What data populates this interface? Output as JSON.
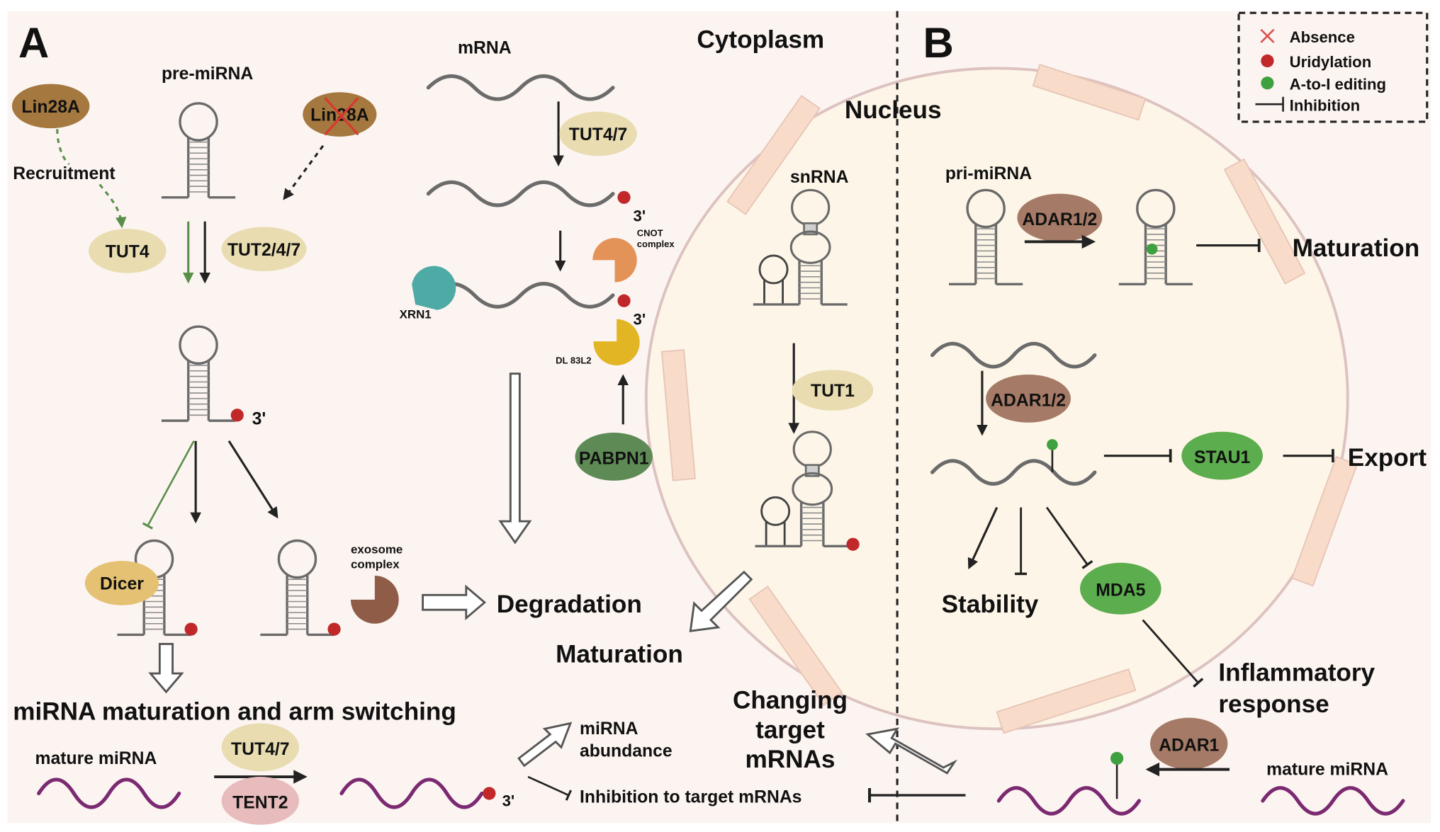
{
  "figure": {
    "panels": {
      "a_label": "A",
      "b_label": "B"
    },
    "compartments": {
      "cytoplasm": "Cytoplasm",
      "nucleus": "Nucleus"
    },
    "legend": {
      "items": [
        {
          "icon": "x-mark-icon",
          "label": "Absence",
          "color": "#d9534f"
        },
        {
          "icon": "red-dot-icon",
          "label": "Uridylation",
          "color": "#c0282a"
        },
        {
          "icon": "green-dot-icon",
          "label": "A-to-I editing",
          "color": "#3fa03f"
        },
        {
          "icon": "inhibition-bar-icon",
          "label": "Inhibition",
          "color": "#222222"
        }
      ]
    },
    "panel_a": {
      "pre_mirna_label": "pre-miRNA",
      "lin28a_present": "Lin28A",
      "lin28a_absent": "Lin28A",
      "recruitment": "Recruitment",
      "tut4": "TUT4",
      "tut247": "TUT2/4/7",
      "three_prime": "3'",
      "dicer": "Dicer",
      "exosome_line1": "exosome",
      "exosome_line2": "complex",
      "degradation": "Degradation",
      "mirna_maturation_arm_switching": "miRNA maturation and arm switching",
      "mature_mirna": "mature miRNA",
      "tut47_bottom": "TUT4/7",
      "tent2": "TENT2",
      "mirna_abundance_line1": "miRNA",
      "mirna_abundance_line2": "abundance",
      "inhibition_target": "Inhibition to target mRNAs",
      "mrna_label": "mRNA",
      "tut47_mrna": "TUT4/7",
      "cnot_line1": "CNOT",
      "cnot_line2": "complex",
      "xrn1": "XRN1",
      "dis3l2": "DL 83L2",
      "pabpn1": "PABPN1",
      "snrna_label": "snRNA",
      "tut1": "TUT1",
      "maturation_snrna": "Maturation"
    },
    "panel_b": {
      "pri_mirna_label": "pri-miRNA",
      "adar12_top": "ADAR1/2",
      "maturation": "Maturation",
      "adar12_mid": "ADAR1/2",
      "stau1": "STAU1",
      "export": "Export",
      "stability": "Stability",
      "mda5": "MDA5",
      "inflammatory_line1": "Inflammatory",
      "inflammatory_line2": "response",
      "adar1": "ADAR1",
      "mature_mirna": "mature miRNA",
      "changing_line1": "Changing",
      "changing_line2": "target",
      "changing_line3": "mRNAs"
    },
    "colors": {
      "background": "#fcf4f1",
      "nucleus_fill": "#fdf6e8",
      "nuclear_envelope": "#dcc2c0",
      "nuclear_pore": "#f8dcc9",
      "lin28a": "#a4783f",
      "tut_beige": "#e8dcb0",
      "dicer": "#e4c173",
      "tent2": "#e8bcbc",
      "adar_brown": "#a57a66",
      "green_protein": "#5cad4e",
      "pabpn1": "#5e8a56",
      "cnot": "#e39258",
      "xrn1": "#4eaaa5",
      "dis3l2": "#e2b524",
      "exosome": "#8f5c48",
      "uridylation": "#c0282a",
      "editing": "#3fa03f",
      "mirna_purple": "#7b2a72"
    }
  }
}
